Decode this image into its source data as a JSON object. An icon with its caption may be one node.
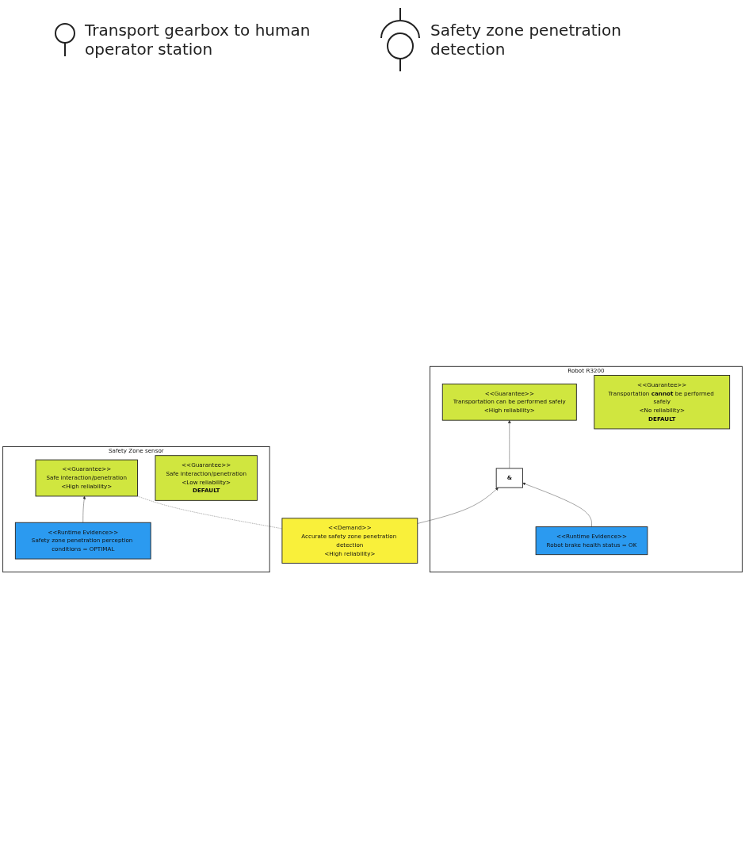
{
  "diagram": {
    "nodes": [
      {
        "text": [
          "Robot R3200"
        ]
      },
      {
        "text": [
          "<<Guarantee>>",
          "Transportation can be performed safely",
          "<High reliability>"
        ],
        "in": 0
      },
      {
        "text": [
          "<<Guarantee>>",
          "Transportation **cannot** be performed safely",
          "<No reliability>",
          "DEFAULT"
        ],
        "in": 0
      },
      {
        "text": [
          "&"
        ],
        "in": 0
      },
      {
        "text": [
          "<<Runtime Evidence>>",
          "Robot brake health status = OK"
        ],
        "in": 0
      },
      {
        "text": [
          "<<Demand>>",
          "Accurate safety zone penetration detection",
          "<High reliability>"
        ]
      },
      {
        "text": [
          "Safety Zone sensor"
        ]
      },
      {
        "text": [
          "<<Guarantee>>",
          "Safe interaction/penetration",
          "<High reliability>"
        ],
        "in": 6
      },
      {
        "text": [
          "<<Guarantee>>",
          "Safe interaction/penetration",
          "<Low reliability>",
          "DEFAULT"
        ],
        "in": 6
      },
      {
        "text": [
          "<<Runtime Evidence>>",
          "Safety zone penetration perception conditions = OPTIMAL"
        ],
        "in": 6
      }
    ],
    "edges": [
      {
        "from": 3,
        "to": 1,
        "arrow": "to"
      },
      {
        "from": 4,
        "to": 3,
        "arrow": "to"
      },
      {
        "from": 5,
        "to": 3,
        "arrow": "to"
      },
      {
        "from": 5,
        "to": 7,
        "arrow": "none",
        "style": "dashed"
      },
      {
        "from": 9,
        "to": 7,
        "arrow": "to"
      }
    ],
    "labels": [
      "Transport gearbox to human operator station",
      "Safety zone penetration detection"
    ]
  }
}
